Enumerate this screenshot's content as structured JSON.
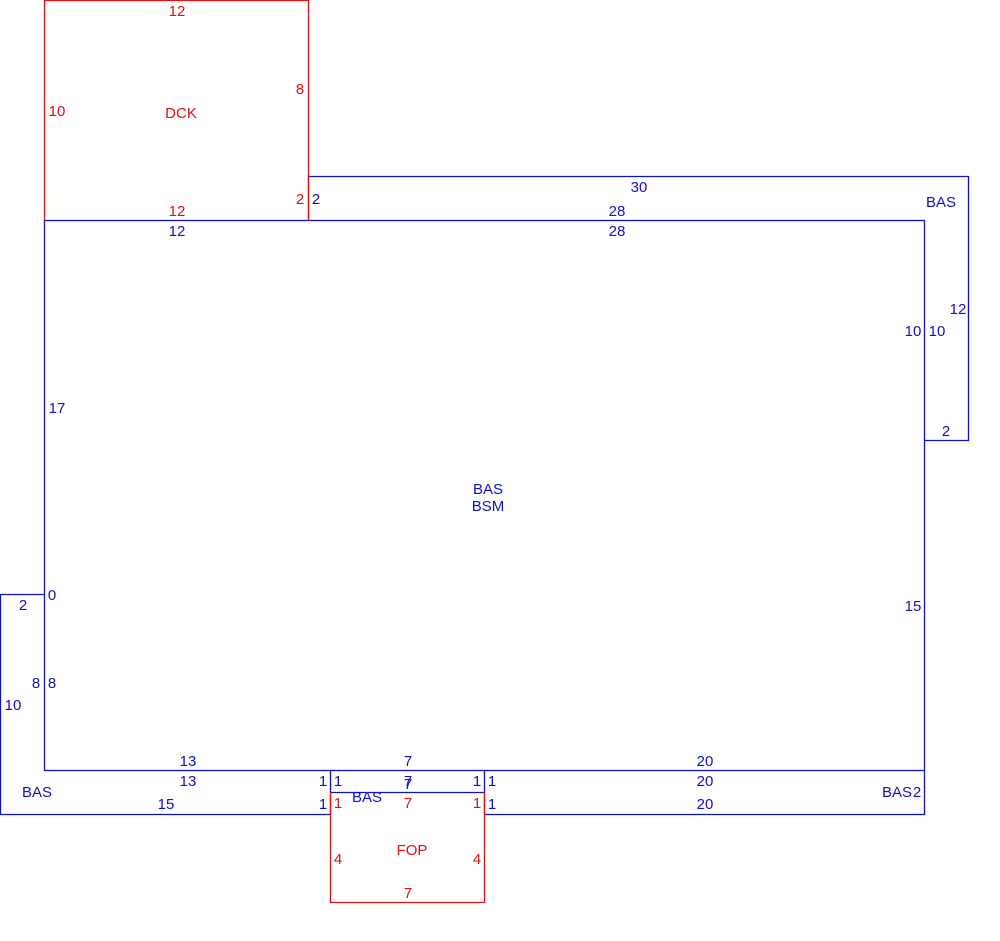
{
  "colors": {
    "main": "#1010c8",
    "porch": "#e01010",
    "background": "#ffffff"
  },
  "dck": {
    "label": "DCK",
    "top": "12",
    "left": "10",
    "right": "8",
    "bottom": "12",
    "step": "2"
  },
  "bas_top": {
    "label": "BAS",
    "top": "30",
    "left": "2",
    "bottom": "28",
    "right": "12",
    "inner": "10",
    "base": "2"
  },
  "main": {
    "label_1": "BAS",
    "label_2": "BSM",
    "top_left": "12",
    "top_right": "28",
    "left": "17",
    "right_upper": "10",
    "right_lower": "15",
    "left_jog": "0",
    "left_lower": "8",
    "bottom_left": "13",
    "bottom_mid": "7",
    "bottom_right": "20"
  },
  "bas_left": {
    "label": "BAS",
    "top": "2",
    "outer": "10",
    "inner": "8",
    "top_edge": "13",
    "bottom": "15",
    "end": "1"
  },
  "bas_mid": {
    "label": "BAS",
    "top": "7",
    "bottom": "7",
    "left_top": "1",
    "left_bottom": "1",
    "right_top": "1",
    "right_bottom": "1"
  },
  "bas_right": {
    "label": "BAS",
    "top": "20",
    "bottom": "20",
    "left_top": "1",
    "left_bottom": "1",
    "right": "2"
  },
  "fop": {
    "label": "FOP",
    "top": "7",
    "bottom": "7",
    "left": "4",
    "right": "4",
    "top_left": "1",
    "top_right": "1"
  }
}
